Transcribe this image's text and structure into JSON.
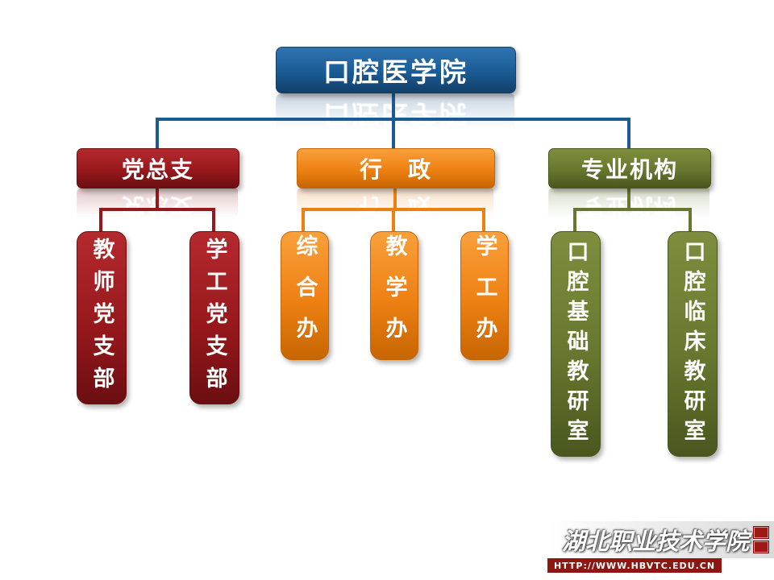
{
  "colors": {
    "blue": "#1A5B94",
    "blue-light": "#2F74B0",
    "blue-dark": "#123F68",
    "red": "#97181C",
    "red-light": "#B42A2E",
    "red-dark": "#6B0E11",
    "orange": "#EE8012",
    "orange-light": "#F9A03C",
    "orange-dark": "#C66603",
    "green": "#67772F",
    "green-light": "#7E8E3E",
    "green-dark": "#49561E",
    "wm-bar": "#8C1712"
  },
  "chart": {
    "root": {
      "label": "口腔医学院",
      "color": "#1A5B94"
    },
    "branches": [
      {
        "label": "党总支",
        "color": "#97181C",
        "children": [
          {
            "label": "教师党支部"
          },
          {
            "label": "学工党支部"
          }
        ]
      },
      {
        "label": "行　政",
        "color": "#EE8012",
        "children": [
          {
            "label": "综合办"
          },
          {
            "label": "教学办"
          },
          {
            "label": "学工办"
          }
        ]
      },
      {
        "label": "专业机构",
        "color": "#67772F",
        "children": [
          {
            "label": "口腔基础教研室"
          },
          {
            "label": "口腔临床教研室"
          }
        ]
      }
    ]
  },
  "watermark": {
    "site_name": "湖北职业技术学院",
    "url": "HTTP://WWW.HBVTC.EDU.CN"
  }
}
